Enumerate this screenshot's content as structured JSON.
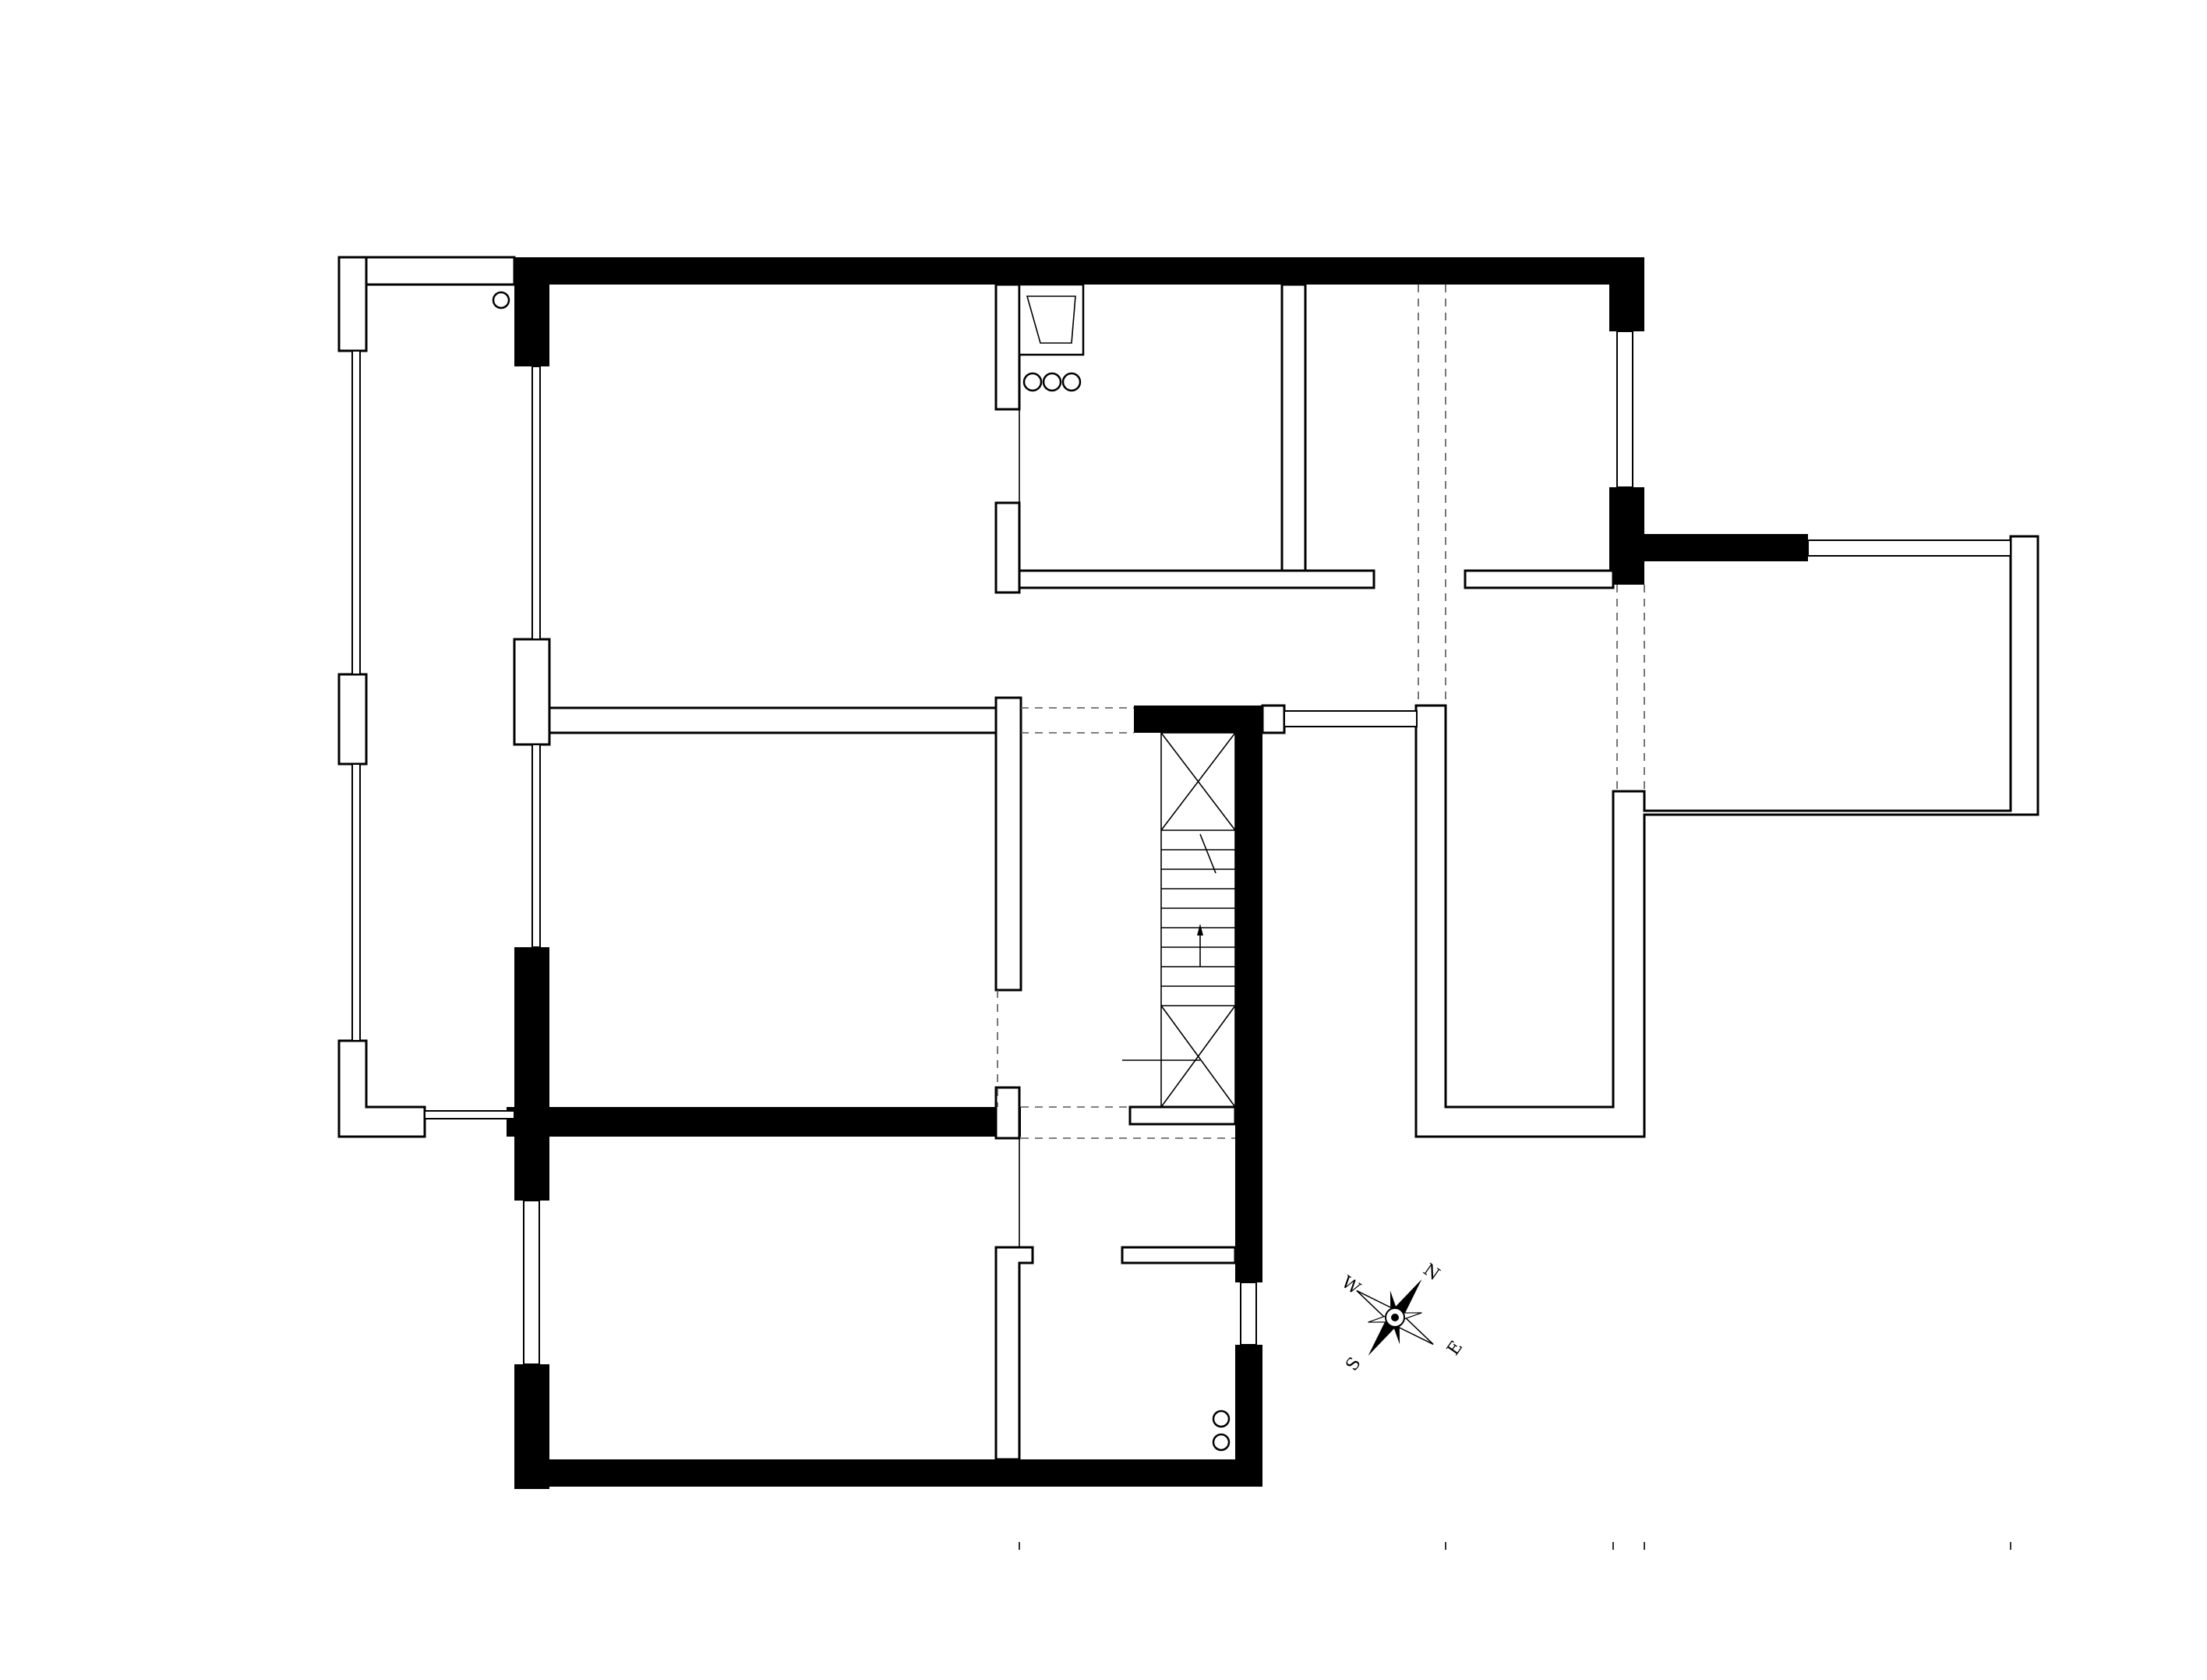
{
  "drawing": {
    "type": "floor plan",
    "compass": {
      "north_label": "N",
      "east_label": "E",
      "south_label": "S",
      "west_label": "W"
    }
  }
}
